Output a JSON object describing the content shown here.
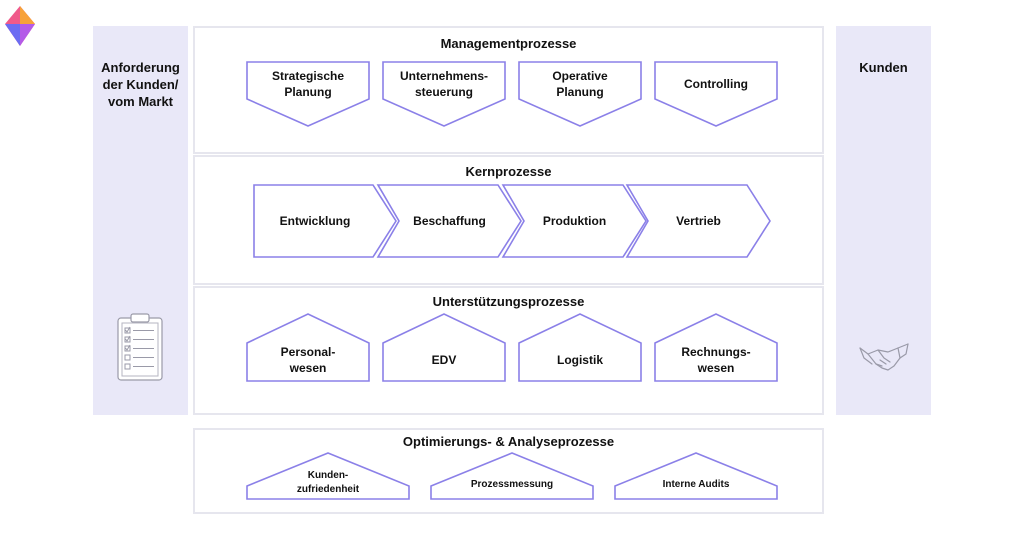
{
  "colors": {
    "accent": "#8b80e8",
    "side_bg": "#e9e8f8",
    "panel_border": "#e6e6ee"
  },
  "logo": "diamond-logo",
  "left_side": {
    "title": "Anforderung\nder Kunden/\nvom Markt",
    "icon": "clipboard-checklist-icon"
  },
  "right_side": {
    "title": "Kunden",
    "icon": "handshake-icon"
  },
  "management": {
    "title": "Managementprozesse",
    "items": [
      "Strategische\nPlanung",
      "Unternehmens-\nsteuerung",
      "Operative\nPlanung",
      "Controlling"
    ]
  },
  "core": {
    "title": "Kernprozesse",
    "items": [
      "Entwicklung",
      "Beschaffung",
      "Produktion",
      "Vertrieb"
    ]
  },
  "support": {
    "title": "Unterstützungsprozesse",
    "items": [
      "Personal-\nwesen",
      "EDV",
      "Logistik",
      "Rechnungs-\nwesen"
    ]
  },
  "optimization": {
    "title": "Optimierungs- & Analyseprozesse",
    "items": [
      "Kunden-\nzufriedenheit",
      "Prozessmessung",
      "Interne Audits"
    ]
  }
}
